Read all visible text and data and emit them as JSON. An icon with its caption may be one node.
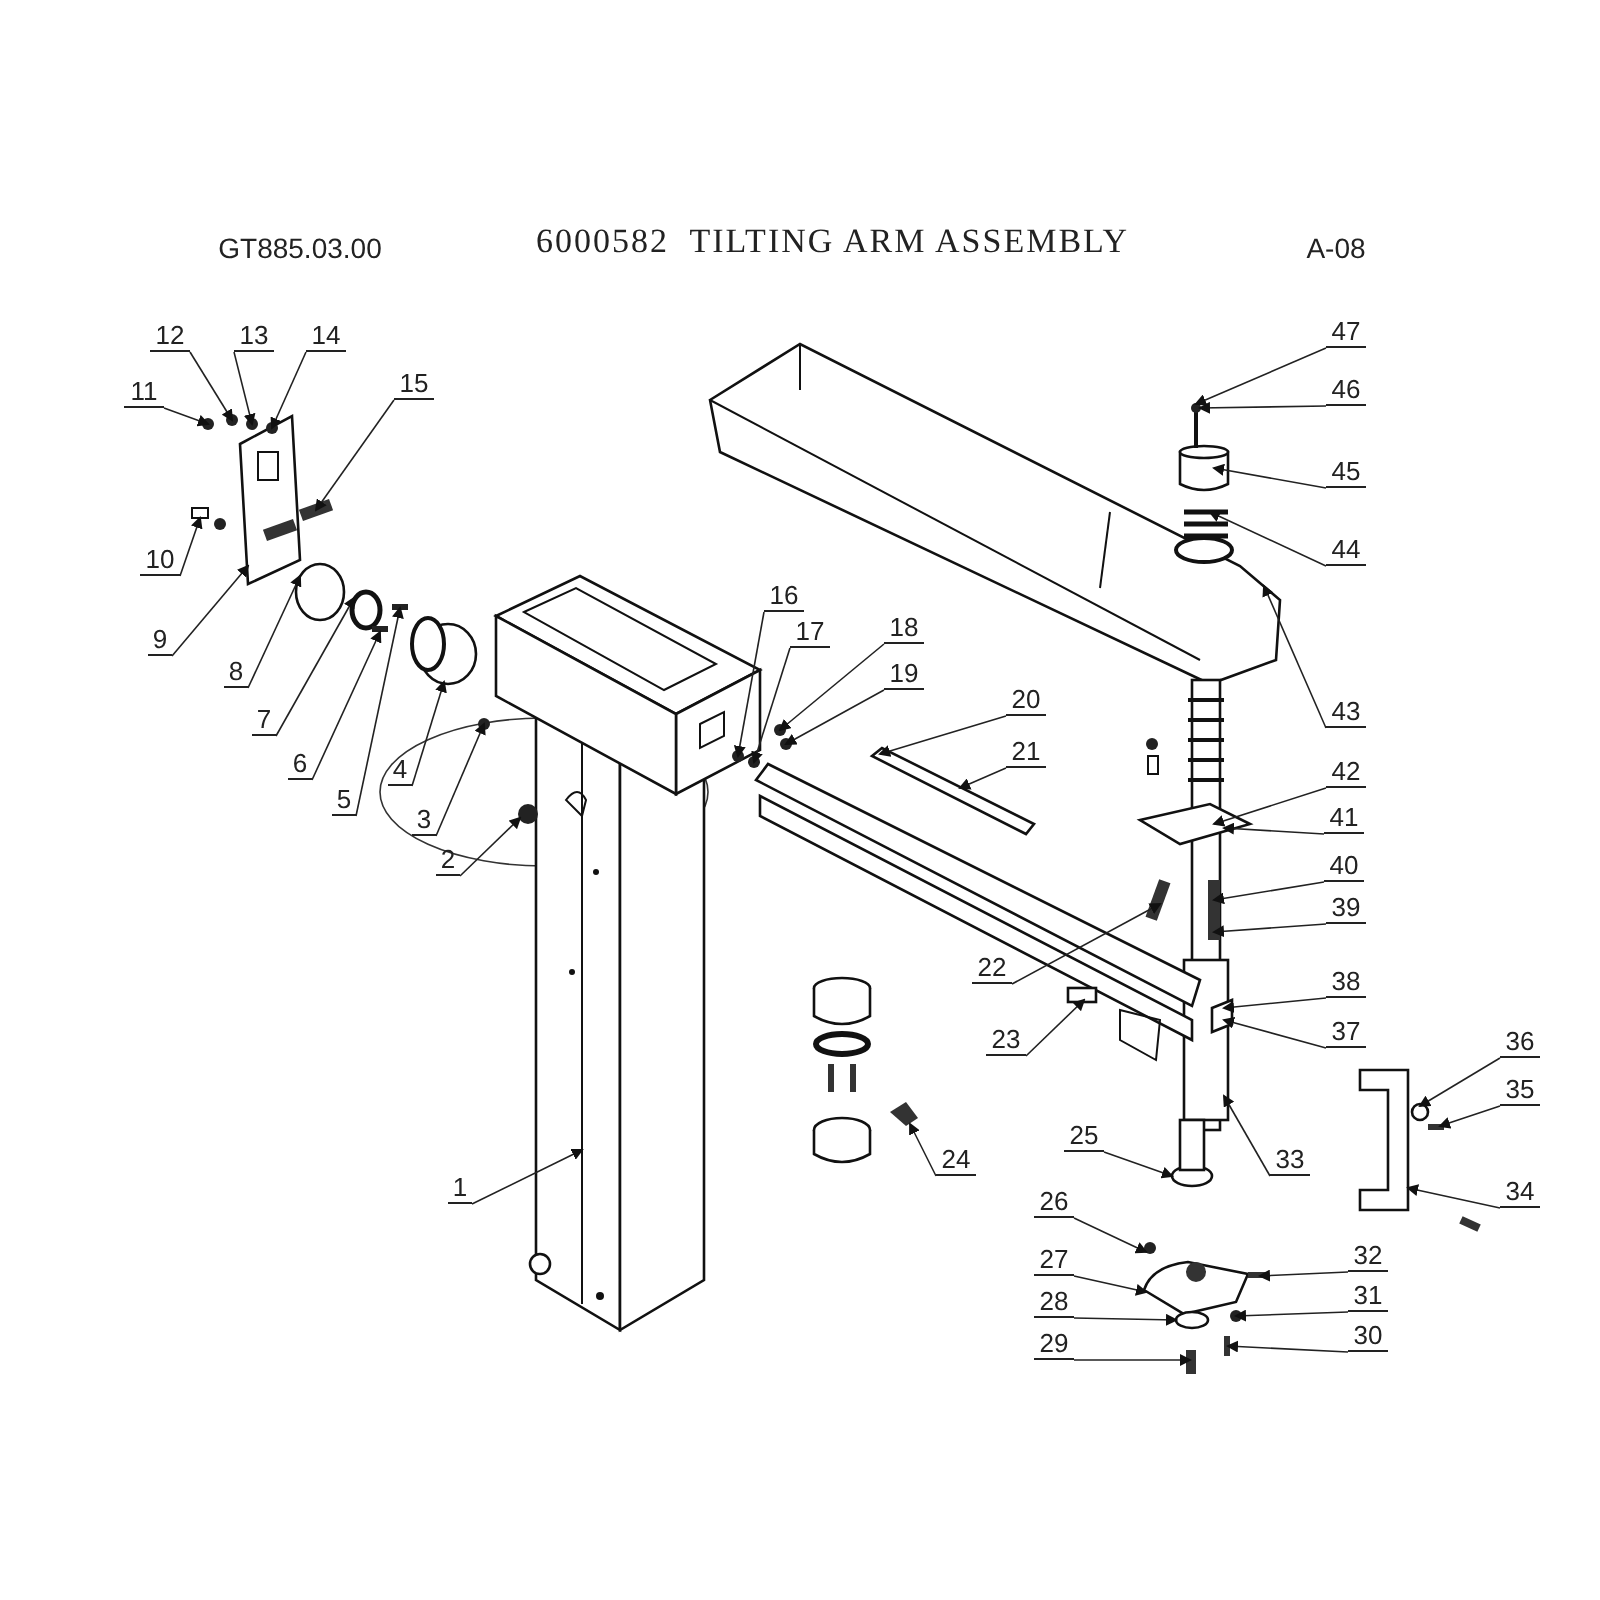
{
  "diagram": {
    "title": "6000582  TILTING ARM ASSEMBLY",
    "nodes": [
      {
        "text": [
          "1"
        ]
      },
      {
        "text": [
          "2"
        ]
      },
      {
        "text": [
          "3"
        ]
      },
      {
        "text": [
          "4"
        ]
      },
      {
        "text": [
          "5"
        ]
      },
      {
        "text": [
          "6"
        ]
      },
      {
        "text": [
          "7"
        ]
      },
      {
        "text": [
          "8"
        ]
      },
      {
        "text": [
          "9"
        ]
      },
      {
        "text": [
          "10"
        ]
      },
      {
        "text": [
          "11"
        ]
      },
      {
        "text": [
          "12"
        ]
      },
      {
        "text": [
          "13"
        ]
      },
      {
        "text": [
          "14"
        ]
      },
      {
        "text": [
          "15"
        ]
      },
      {
        "text": [
          "16"
        ]
      },
      {
        "text": [
          "17"
        ]
      },
      {
        "text": [
          "18"
        ]
      },
      {
        "text": [
          "19"
        ]
      },
      {
        "text": [
          "20"
        ]
      },
      {
        "text": [
          "21"
        ]
      },
      {
        "text": [
          "22"
        ]
      },
      {
        "text": [
          "23"
        ]
      },
      {
        "text": [
          "24"
        ]
      },
      {
        "text": [
          "25"
        ]
      },
      {
        "text": [
          "26"
        ]
      },
      {
        "text": [
          "27"
        ]
      },
      {
        "text": [
          "28"
        ]
      },
      {
        "text": [
          "29"
        ]
      },
      {
        "text": [
          "30"
        ]
      },
      {
        "text": [
          "31"
        ]
      },
      {
        "text": [
          "32"
        ]
      },
      {
        "text": [
          "33"
        ]
      },
      {
        "text": [
          "34"
        ]
      },
      {
        "text": [
          "35"
        ]
      },
      {
        "text": [
          "36"
        ]
      },
      {
        "text": [
          "37"
        ]
      },
      {
        "text": [
          "38"
        ]
      },
      {
        "text": [
          "39"
        ]
      },
      {
        "text": [
          "40"
        ]
      },
      {
        "text": [
          "41"
        ]
      },
      {
        "text": [
          "42"
        ]
      },
      {
        "text": [
          "43"
        ]
      },
      {
        "text": [
          "44"
        ]
      },
      {
        "text": [
          "45"
        ]
      },
      {
        "text": [
          "46"
        ]
      },
      {
        "text": [
          "47"
        ]
      }
    ],
    "edges": [
      {
        "from": 0,
        "to": null,
        "arrow": "to"
      },
      {
        "from": 1,
        "to": null,
        "arrow": "to"
      },
      {
        "from": 2,
        "to": null,
        "arrow": "to"
      },
      {
        "from": 3,
        "to": null,
        "arrow": "to"
      },
      {
        "from": 4,
        "to": null,
        "arrow": "to"
      },
      {
        "from": 5,
        "to": null,
        "arrow": "to"
      },
      {
        "from": 6,
        "to": null,
        "arrow": "to"
      },
      {
        "from": 7,
        "to": null,
        "arrow": "to"
      },
      {
        "from": 8,
        "to": null,
        "arrow": "to"
      },
      {
        "from": 9,
        "to": null,
        "arrow": "to"
      },
      {
        "from": 10,
        "to": null,
        "arrow": "to"
      },
      {
        "from": 11,
        "to": null,
        "arrow": "to"
      },
      {
        "from": 12,
        "to": null,
        "arrow": "to"
      },
      {
        "from": 13,
        "to": null,
        "arrow": "to"
      },
      {
        "from": 14,
        "to": null,
        "arrow": "to"
      },
      {
        "from": 15,
        "to": null,
        "arrow": "to"
      },
      {
        "from": 16,
        "to": null,
        "arrow": "to"
      },
      {
        "from": 17,
        "to": null,
        "arrow": "to"
      },
      {
        "from": 18,
        "to": null,
        "arrow": "to"
      },
      {
        "from": 19,
        "to": null,
        "arrow": "to"
      },
      {
        "from": 20,
        "to": null,
        "arrow": "to"
      },
      {
        "from": 21,
        "to": null,
        "arrow": "to"
      },
      {
        "from": 22,
        "to": null,
        "arrow": "to"
      },
      {
        "from": 23,
        "to": null,
        "arrow": "to"
      },
      {
        "from": 24,
        "to": null,
        "arrow": "to"
      },
      {
        "from": 25,
        "to": null,
        "arrow": "to"
      },
      {
        "from": 26,
        "to": null,
        "arrow": "to"
      },
      {
        "from": 27,
        "to": null,
        "arrow": "to"
      },
      {
        "from": 28,
        "to": null,
        "arrow": "to"
      },
      {
        "from": 29,
        "to": null,
        "arrow": "to"
      },
      {
        "from": 30,
        "to": null,
        "arrow": "to"
      },
      {
        "from": 31,
        "to": null,
        "arrow": "to"
      },
      {
        "from": 32,
        "to": null,
        "arrow": "to"
      },
      {
        "from": 33,
        "to": null,
        "arrow": "to"
      },
      {
        "from": 34,
        "to": null,
        "arrow": "to"
      },
      {
        "from": 35,
        "to": null,
        "arrow": "to"
      },
      {
        "from": 36,
        "to": null,
        "arrow": "to"
      },
      {
        "from": 37,
        "to": null,
        "arrow": "to"
      },
      {
        "from": 38,
        "to": null,
        "arrow": "to"
      },
      {
        "from": 39,
        "to": null,
        "arrow": "to"
      },
      {
        "from": 40,
        "to": null,
        "arrow": "to"
      },
      {
        "from": 41,
        "to": null,
        "arrow": "to"
      },
      {
        "from": 42,
        "to": null,
        "arrow": "to"
      },
      {
        "from": 43,
        "to": null,
        "arrow": "to"
      },
      {
        "from": 44,
        "to": null,
        "arrow": "to"
      },
      {
        "from": 45,
        "to": null,
        "arrow": "to"
      },
      {
        "from": 46,
        "to": null,
        "arrow": "to"
      }
    ],
    "labels": [
      "GT885.03.00",
      "A-08"
    ]
  }
}
